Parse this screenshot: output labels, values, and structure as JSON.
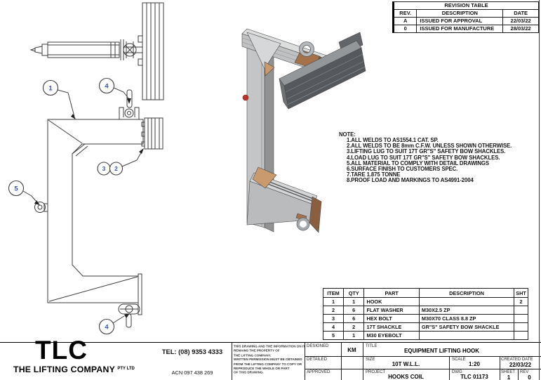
{
  "revision_table": {
    "title": "REVISION TABLE",
    "columns": [
      "REV.",
      "DESCRIPTION",
      "DATE"
    ],
    "rows": [
      [
        "A",
        "ISSUED FOR APPROVAL",
        "22/03/22"
      ],
      [
        "0",
        "ISSUED FOR MANUFACTURE",
        "28/03/22"
      ]
    ]
  },
  "notes": {
    "heading": "NOTE:",
    "items": [
      "1.ALL WELDS TO AS1554.1 CAT. SP.",
      "2.ALL WELDS TO BE 8mm C.F.W. UNLESS SHOWN OTHERWISE.",
      "3.LIFTING LUG TO SUIT 17T GR\"S\" SAFETY BOW SHACKLES.",
      "4.LOAD LUG TO SUIT 17T GR\"S\" SAFETY BOW SHACKLES.",
      "5.ALL MATERIAL TO COMPLY WITH DETAIL DRAWINGS",
      "6.SURFACE FINISH TO CUSTOMERS SPEC.",
      "7.TARE 1.875 TONNE",
      "8.PROOF LOAD AND MARKINGS TO AS4991-2004"
    ]
  },
  "parts_table": {
    "columns": [
      "ITEM",
      "QTY",
      "PART",
      "DESCRIPTION",
      "SHT"
    ],
    "rows": [
      {
        "item": "1",
        "qty": "1",
        "part": "HOOK",
        "description": "",
        "sht": "2"
      },
      {
        "item": "2",
        "qty": "6",
        "part": "FLAT WASHER",
        "description": "M30X2.5 ZP",
        "sht": ""
      },
      {
        "item": "3",
        "qty": "6",
        "part": "HEX BOLT",
        "description": "M30X70 CLASS 8.8 ZP",
        "sht": ""
      },
      {
        "item": "4",
        "qty": "2",
        "part": "17T SHACKLE",
        "description": "GR\"S\" SAFETY BOW SHACKLE",
        "sht": ""
      },
      {
        "item": "5",
        "qty": "1",
        "part": "M30 EYEBOLT",
        "description": "",
        "sht": ""
      }
    ]
  },
  "title_block": {
    "designed_label": "DESIGNED",
    "designed_value": "KM",
    "detailed_label": "DETAILED",
    "detailed_value": "",
    "approved_label": "APPROVED",
    "approved_value": "",
    "title_label": "TITLE",
    "title_value": "EQUIPMENT LIFTING HOOK",
    "size_label": "SIZE",
    "size_value": "10T W.L.L.",
    "scale_label": "SCALE",
    "scale_value": "1:20",
    "created_label": "CREATED DATE",
    "created_value": "22/03/22",
    "project_label": "PROJECT",
    "project_value": "HOOKS COIL",
    "dwg_label": "DWG",
    "dwg_value": "TLC 01173",
    "sheet_label": "SHEET",
    "sheet_value": "1",
    "rev_label": "REV",
    "rev_value": "0"
  },
  "company": {
    "logo": "TLC",
    "name": "THE LIFTING COMPANY",
    "suffix": "PTY LTD",
    "tel": "TEL: (08) 9353 4333",
    "acn": "ACN 097 438 269",
    "disclaimer_lines": [
      "THIS DRAWING AND THE INFORMATION ON IT",
      "REMAINS THE PROPERTY OF",
      "THE LIFTING COMPANY.",
      "WRITTEN PERMISSION MUST BE OBTAINED",
      "FROM THE LIFTING COMPANY TO COPY OR",
      "REPRODUCE THE WHOLE OR PART",
      "OF THIS DRAWING."
    ]
  },
  "balloons": {
    "b1": "1",
    "b4_top": "4",
    "b3": "3",
    "b2": "2",
    "b5": "5",
    "b4_bottom": "4"
  },
  "colors": {
    "balloon_number": "#3a56a8",
    "drawing_line": "#3c3c3c",
    "iso_light_gray": "#c3c5c7",
    "iso_dark_slab": "#55585c",
    "iso_tan_gusset": "#c89a6e",
    "iso_brown_lug": "#a5714a",
    "iso_red_eyebolt": "#b8352c"
  }
}
